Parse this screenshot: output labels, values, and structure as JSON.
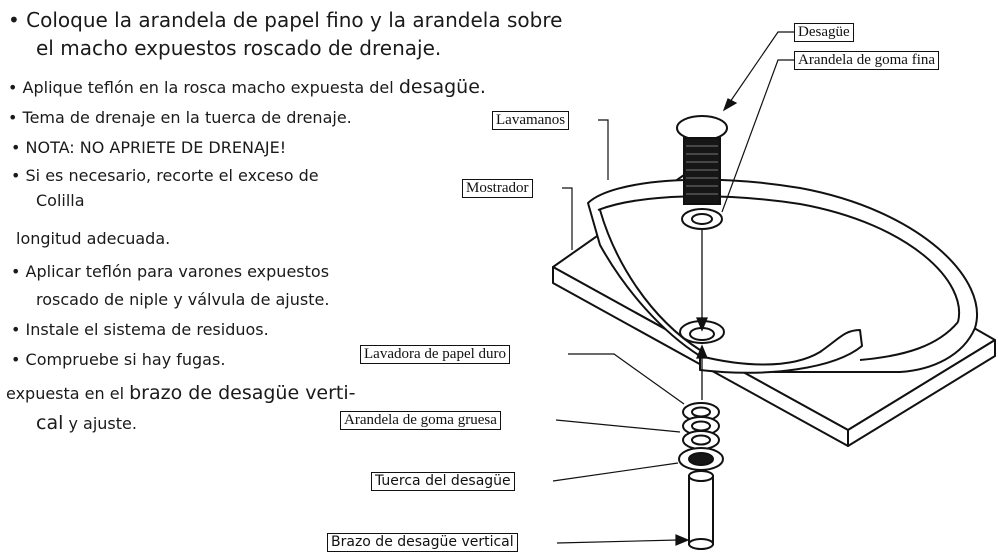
{
  "instructions": {
    "l1": "• Coloque la arandela de papel fino y la arandela sobre",
    "l2": "el macho expuestos roscado de drenaje.",
    "l3a": "• Aplique teflón en la rosca macho expuesta del ",
    "l3b": "desagüe.",
    "l4": "• Tema de drenaje en la tuerca de drenaje.",
    "l5": "• NOTA: NO APRIETE DE DRENAJE!",
    "l6": "• Si es necesario, recorte el exceso de",
    "l7": "Colilla",
    "l8": "longitud adecuada.",
    "l9": "• Aplicar teflón para varones expuestos",
    "l10": "roscado de niple y válvula de ajuste.",
    "l11": "• Instale el sistema de residuos.",
    "l12": "• Compruebe si hay fugas.",
    "l13a": "expuesta en el ",
    "l13b": "brazo de desagüe verti-",
    "l14a": "cal",
    "l14b": " y ajuste."
  },
  "labels": {
    "desague": "Desagüe",
    "arandela_goma_fina": "Arandela de goma fina",
    "lavamanos": "Lavamanos",
    "mostrador": "Mostrador",
    "lavadora_papel_duro": "Lavadora de papel duro",
    "arandela_goma_gruesa": "Arandela de goma gruesa",
    "tuerca_desague": "Tuerca del desagüe",
    "brazo_desague_vertical": "Brazo de desagüe vertical"
  }
}
